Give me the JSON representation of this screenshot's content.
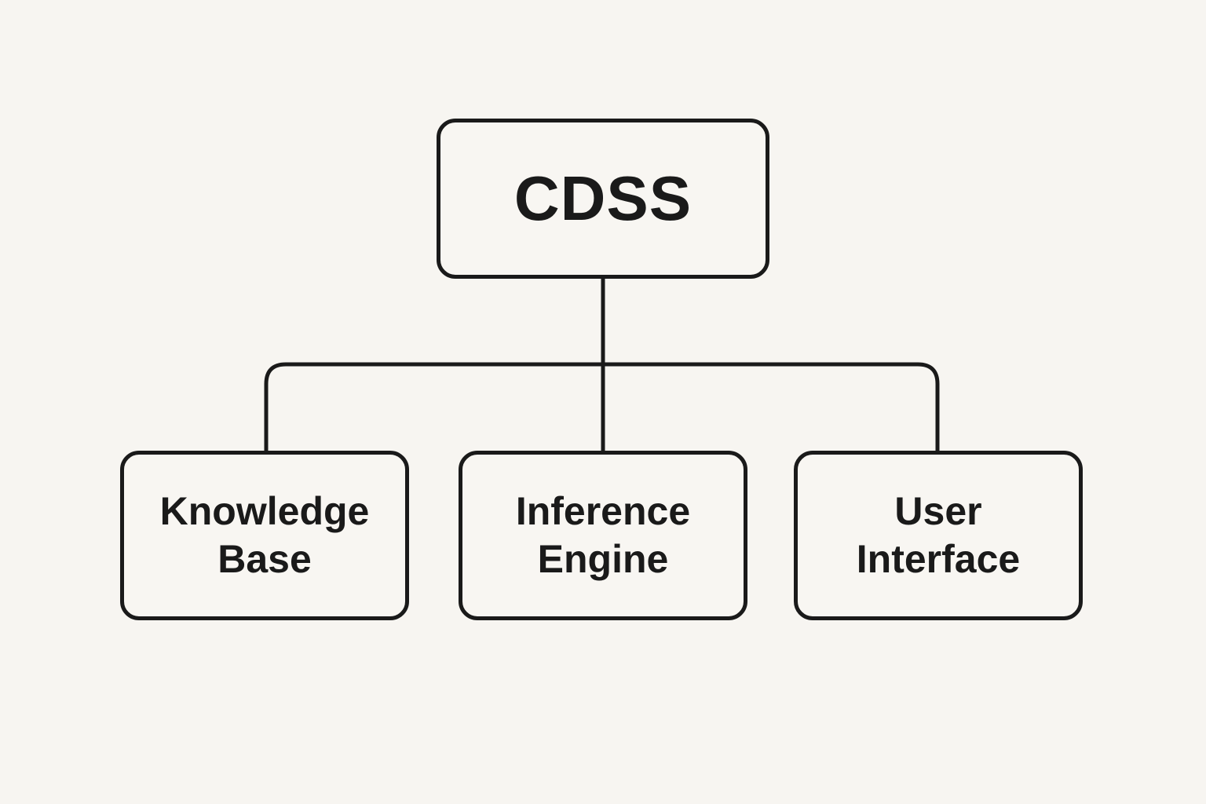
{
  "diagram": {
    "colors": {
      "background": "#f7f5f1",
      "line": "#1a1a1a",
      "text": "#1a1a1a",
      "node_fill": "#f8f6f2"
    },
    "root": {
      "label": "CDSS"
    },
    "children": [
      {
        "label": "Knowledge Base"
      },
      {
        "label": "Inference Engine"
      },
      {
        "label": "User Interface"
      }
    ]
  }
}
